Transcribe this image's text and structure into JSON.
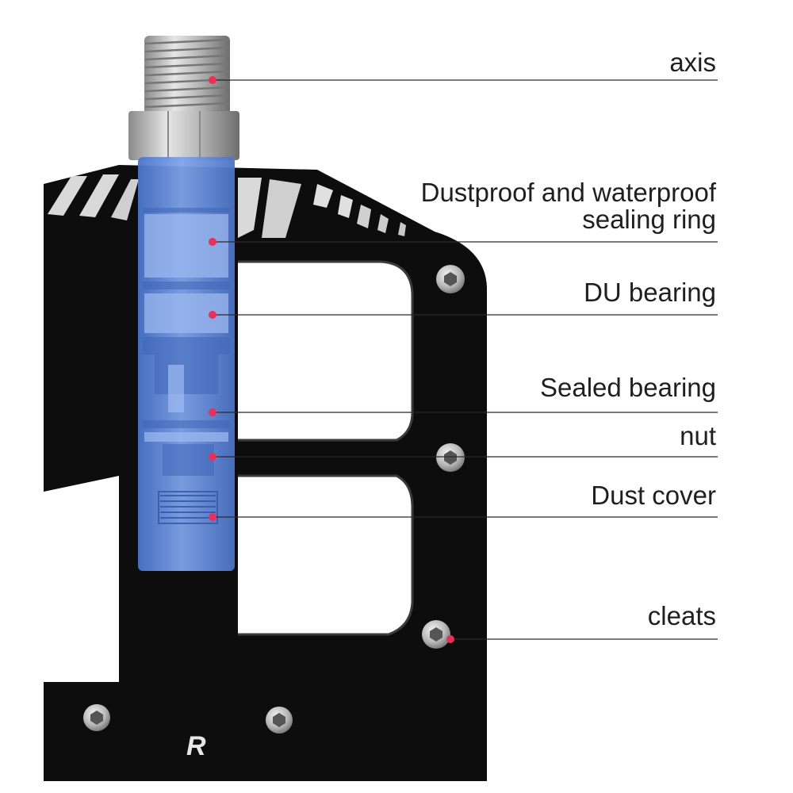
{
  "labels": {
    "axis": "axis",
    "sealing_ring_line1": "Dustproof and waterproof",
    "sealing_ring_line2": "sealing ring",
    "du_bearing": "DU bearing",
    "sealed_bearing": "Sealed bearing",
    "nut": "nut",
    "dust_cover": "Dust cover",
    "cleats": "cleats"
  },
  "logo": "R",
  "colors": {
    "pedal_body": "#0d0d0d",
    "axle_overlay": "#5b86d6",
    "marker_dot": "#e8305a",
    "leader_line": "#2a2a2a",
    "label_text": "#1f1f1f"
  }
}
